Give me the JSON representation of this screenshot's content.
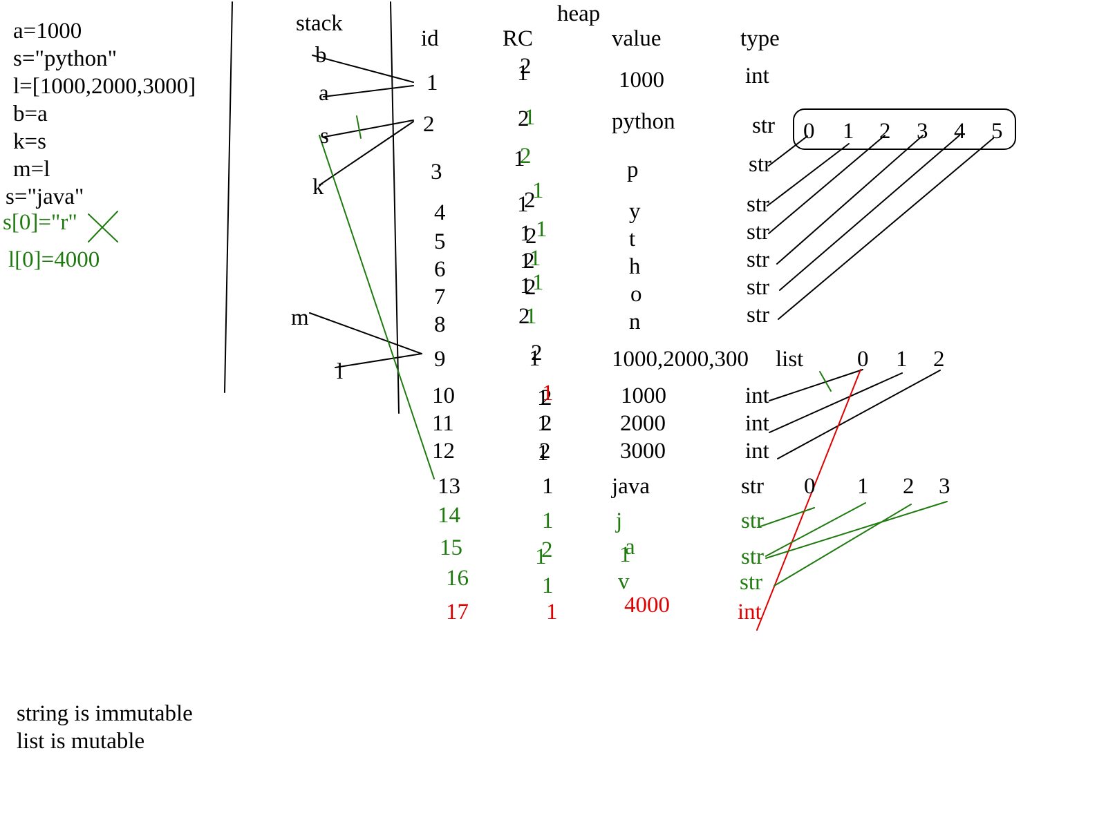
{
  "colors": {
    "ink": "#000000",
    "green": "#1f7a0f",
    "red": "#e00000"
  },
  "code_lines": [
    "a=1000",
    "s=\"python\"",
    "l=[1000,2000,3000]",
    "b=a",
    "k=s",
    "m=l",
    "s=\"java\"",
    "s[0]=\"r\"",
    "l[0]=4000"
  ],
  "notes": [
    "string  is  immutable",
    "list  is  mutable"
  ],
  "stack": {
    "label": "stack",
    "vars": [
      "b",
      "a",
      "s",
      "k",
      "m",
      "l"
    ]
  },
  "heap": {
    "label": "heap",
    "headers": {
      "id": "id",
      "rc": "RC",
      "value": "value",
      "type": "type"
    },
    "rows": [
      {
        "id": "1",
        "rc": "1",
        "rc_new": "2",
        "value": "1000",
        "type": "int"
      },
      {
        "id": "2",
        "rc": "2",
        "rc_new": "1",
        "value": "python",
        "type": "str"
      },
      {
        "id": "3",
        "rc": "1",
        "rc_new": "2",
        "value": "p",
        "type": "str"
      },
      {
        "id": "4",
        "rc": "1",
        "rc_new": "2",
        "rc_new2": "1",
        "value": "y",
        "type": "str"
      },
      {
        "id": "5",
        "rc": "1",
        "rc_new": "2",
        "rc_new2": "1",
        "value": "t",
        "type": "str"
      },
      {
        "id": "6",
        "rc": "1",
        "rc_new": "2",
        "rc_new2": "1",
        "value": "h",
        "type": "str"
      },
      {
        "id": "7",
        "rc": "1",
        "rc_new": "2",
        "rc_new2": "1",
        "value": "o",
        "type": "str"
      },
      {
        "id": "8",
        "rc": "2",
        "rc_new": "1",
        "value": "n",
        "type": "str"
      },
      {
        "id": "9",
        "rc": "1",
        "rc_new": "2",
        "value": "1000,2000,300",
        "type": "list"
      },
      {
        "id": "10",
        "rc": "1",
        "rc_new": "2",
        "rc_new2": "1",
        "value": "1000",
        "type": "int"
      },
      {
        "id": "11",
        "rc": "1",
        "rc_new": "2",
        "value": "2000",
        "type": "int"
      },
      {
        "id": "12",
        "rc": "1",
        "rc_new": "2",
        "value": "3000",
        "type": "int"
      },
      {
        "id": "13",
        "rc": "1",
        "value": "java",
        "type": "str"
      },
      {
        "id": "14",
        "rc": "1",
        "value": "j",
        "type": "str"
      },
      {
        "id": "15",
        "rc": "1",
        "rc_new": "2",
        "value": "1",
        "value_new": "a",
        "type": "str"
      },
      {
        "id": "16",
        "rc": "1",
        "value": "v",
        "type": "str"
      },
      {
        "id": "17",
        "rc": "1",
        "value": "4000",
        "type": "int"
      }
    ]
  },
  "str_python_indices": [
    "0",
    "1",
    "2",
    "3",
    "4",
    "5"
  ],
  "list_indices": [
    "0",
    "1",
    "2"
  ],
  "str_java_indices": [
    "0",
    "1",
    "2",
    "3"
  ]
}
